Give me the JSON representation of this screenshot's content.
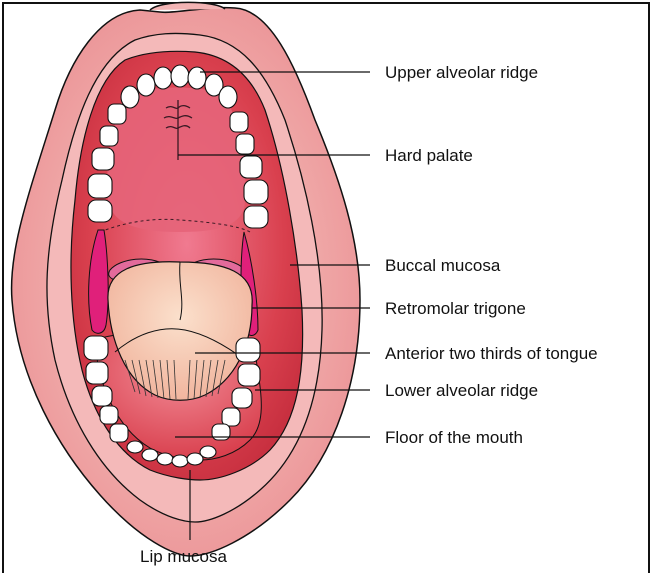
{
  "labels": {
    "upper_alveolar_ridge": "Upper alveolar ridge",
    "hard_palate": "Hard palate",
    "buccal_mucosa": "Buccal mucosa",
    "retromolar_trigone": "Retromolar trigone",
    "anterior_tongue": "Anterior two thirds of tongue",
    "lower_alveolar_ridge": "Lower alveolar ridge",
    "floor_of_mouth": "Floor of the mouth",
    "lip_mucosa": "Lip mucosa"
  },
  "colors": {
    "outer_lip": "#f2b3b3",
    "inner_lip": "#f5c2c2",
    "mouth_dark": "#d9404e",
    "palate": "#e25a6e",
    "pharynx": "#e46a72",
    "tongue": "#f5c9b0",
    "tooth": "#ffffff",
    "magenta": "#e0207a",
    "line": "#111111"
  }
}
